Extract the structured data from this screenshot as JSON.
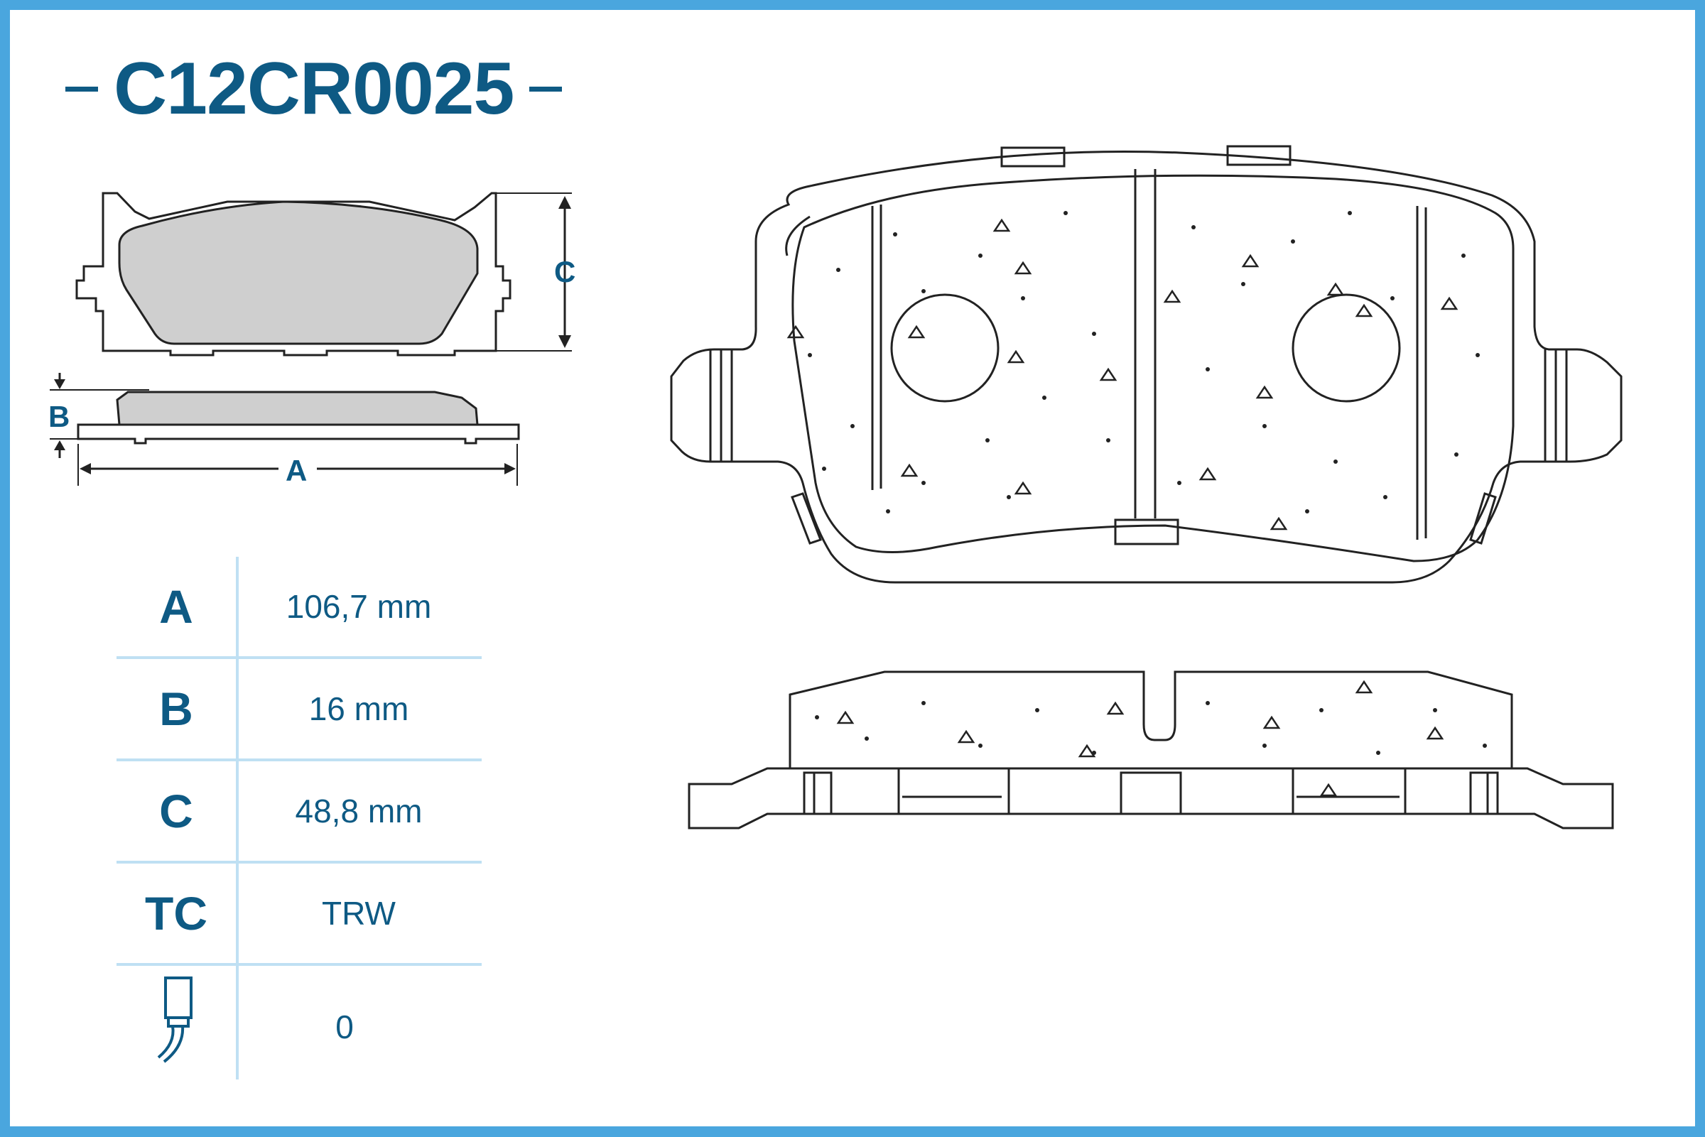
{
  "header": {
    "part_number": "C12CR0025"
  },
  "dimension_labels": {
    "a": "A",
    "b": "B",
    "c": "C"
  },
  "specs": [
    {
      "key": "A",
      "value": "106,7 mm"
    },
    {
      "key": "B",
      "value": "16 mm"
    },
    {
      "key": "C",
      "value": "48,8 mm"
    },
    {
      "key": "TC",
      "value": "TRW"
    },
    {
      "key_icon": "wear-sensor-icon",
      "value": "0"
    }
  ],
  "colors": {
    "brand": "#0e5a84",
    "frame": "#4aa6de",
    "divider": "#bfe0f3",
    "pad_fill": "#cfcfcf"
  }
}
